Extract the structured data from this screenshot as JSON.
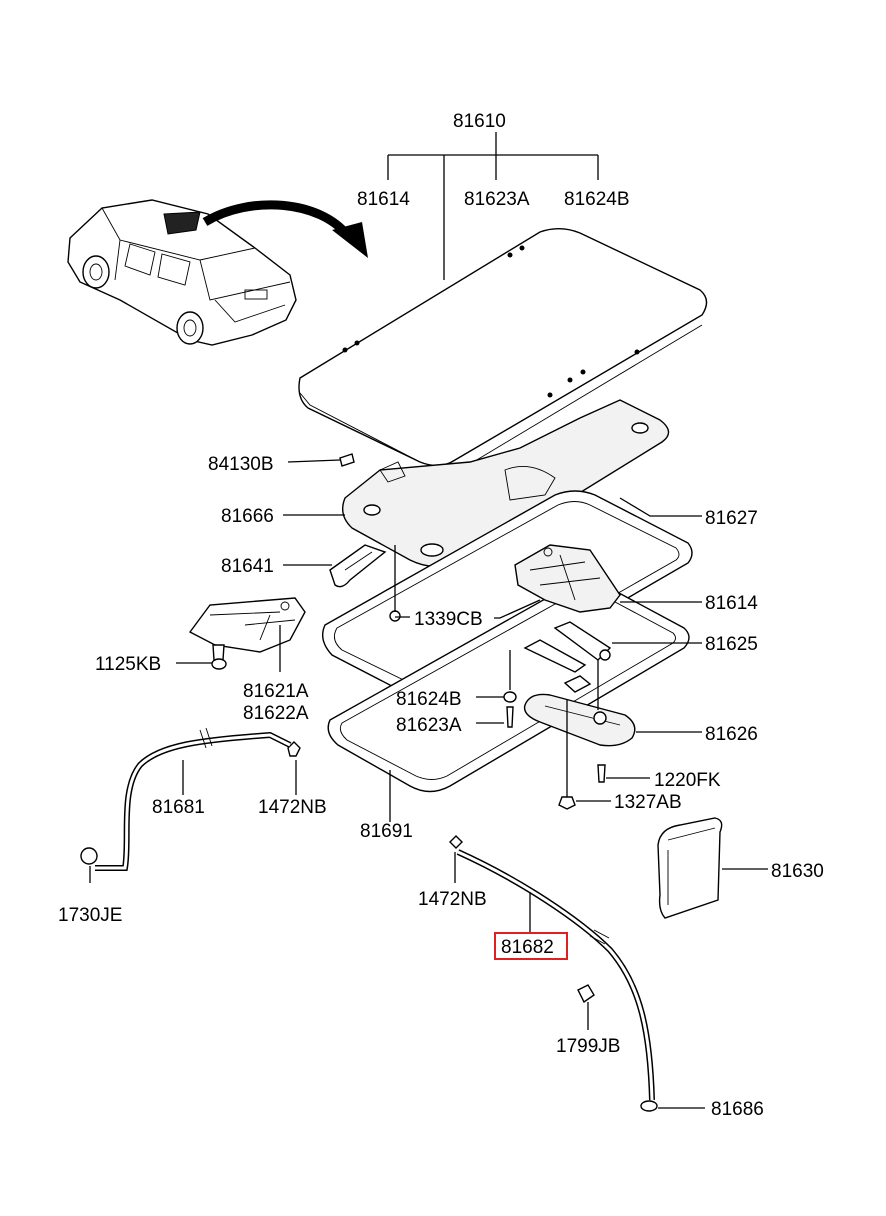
{
  "labels": {
    "p81610": "81610",
    "p81614_top": "81614",
    "p81623A_top": "81623A",
    "p81624B_top": "81624B",
    "p84130B": "84130B",
    "p81666": "81666",
    "p81627": "81627",
    "p81641": "81641",
    "p81614": "81614",
    "p1339CB": "1339CB",
    "p81625": "81625",
    "p1125KB": "1125KB",
    "p81621A": "81621A",
    "p81622A": "81622A",
    "p81624B": "81624B",
    "p81623A": "81623A",
    "p81626": "81626",
    "p1220FK": "1220FK",
    "p1327AB": "1327AB",
    "p81681": "81681",
    "p1472NB_left": "1472NB",
    "p81691": "81691",
    "p1730JE": "1730JE",
    "p81630": "81630",
    "p1472NB": "1472NB",
    "p81682": "81682",
    "p1799JB": "1799JB",
    "p81686": "81686"
  },
  "highlight": {
    "part": "81682",
    "color": "#e02020"
  }
}
